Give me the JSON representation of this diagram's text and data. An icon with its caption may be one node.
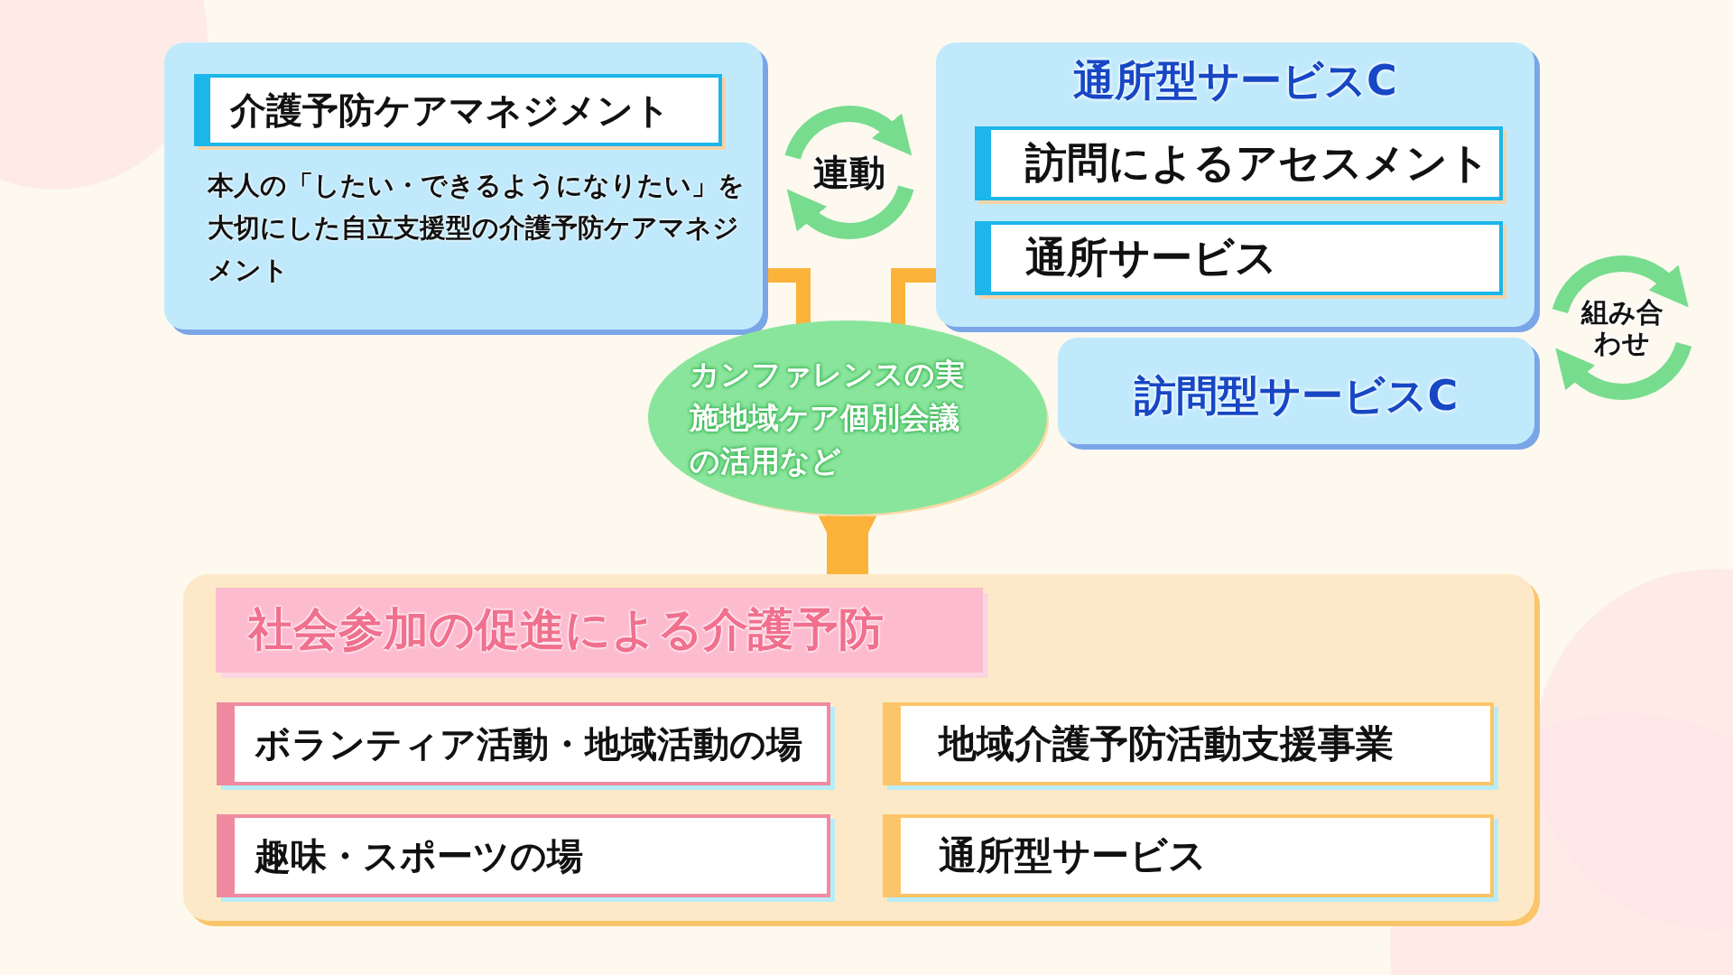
{
  "diagram": {
    "nodes": [
      {
        "text": [
          "本人の「したい・できるようになりたい」を大切にした自立支援型の介護予防ケアマネジメント"
        ]
      },
      {
        "text": [
          "介護予防ケアマネジメント"
        ],
        "in": 0
      },
      {
        "text": [
          "通所型サービスC"
        ]
      },
      {
        "text": [
          "訪問によるアセスメント"
        ],
        "in": 2
      },
      {
        "text": [
          "通所サービス"
        ],
        "in": 2
      },
      {
        "text": [
          "訪問型サービスC"
        ]
      },
      {
        "text": [
          "連動"
        ]
      },
      {
        "text": [
          "組み合わせ"
        ]
      },
      {
        "text": [
          "カンファレンスの実施地域ケア個別会議の活用など"
        ]
      },
      {
        "text": [
          "**社会参加**の促進による介護予防"
        ]
      },
      {
        "text": [
          "ボランティア活動・地域活動の場"
        ],
        "in": 9
      },
      {
        "text": [
          "地域介護予防活動支援事業"
        ],
        "in": 9
      },
      {
        "text": [
          "趣味・スポーツの場"
        ],
        "in": 9
      },
      {
        "text": [
          "通所型サービス"
        ],
        "in": 9
      }
    ],
    "edges": [
      {
        "from": 0,
        "to": 8,
        "arrow": "none"
      },
      {
        "from": 2,
        "to": 8,
        "arrow": "none"
      },
      {
        "from": 8,
        "to": 9,
        "arrow": "to",
        "style": "thick"
      }
    ]
  }
}
